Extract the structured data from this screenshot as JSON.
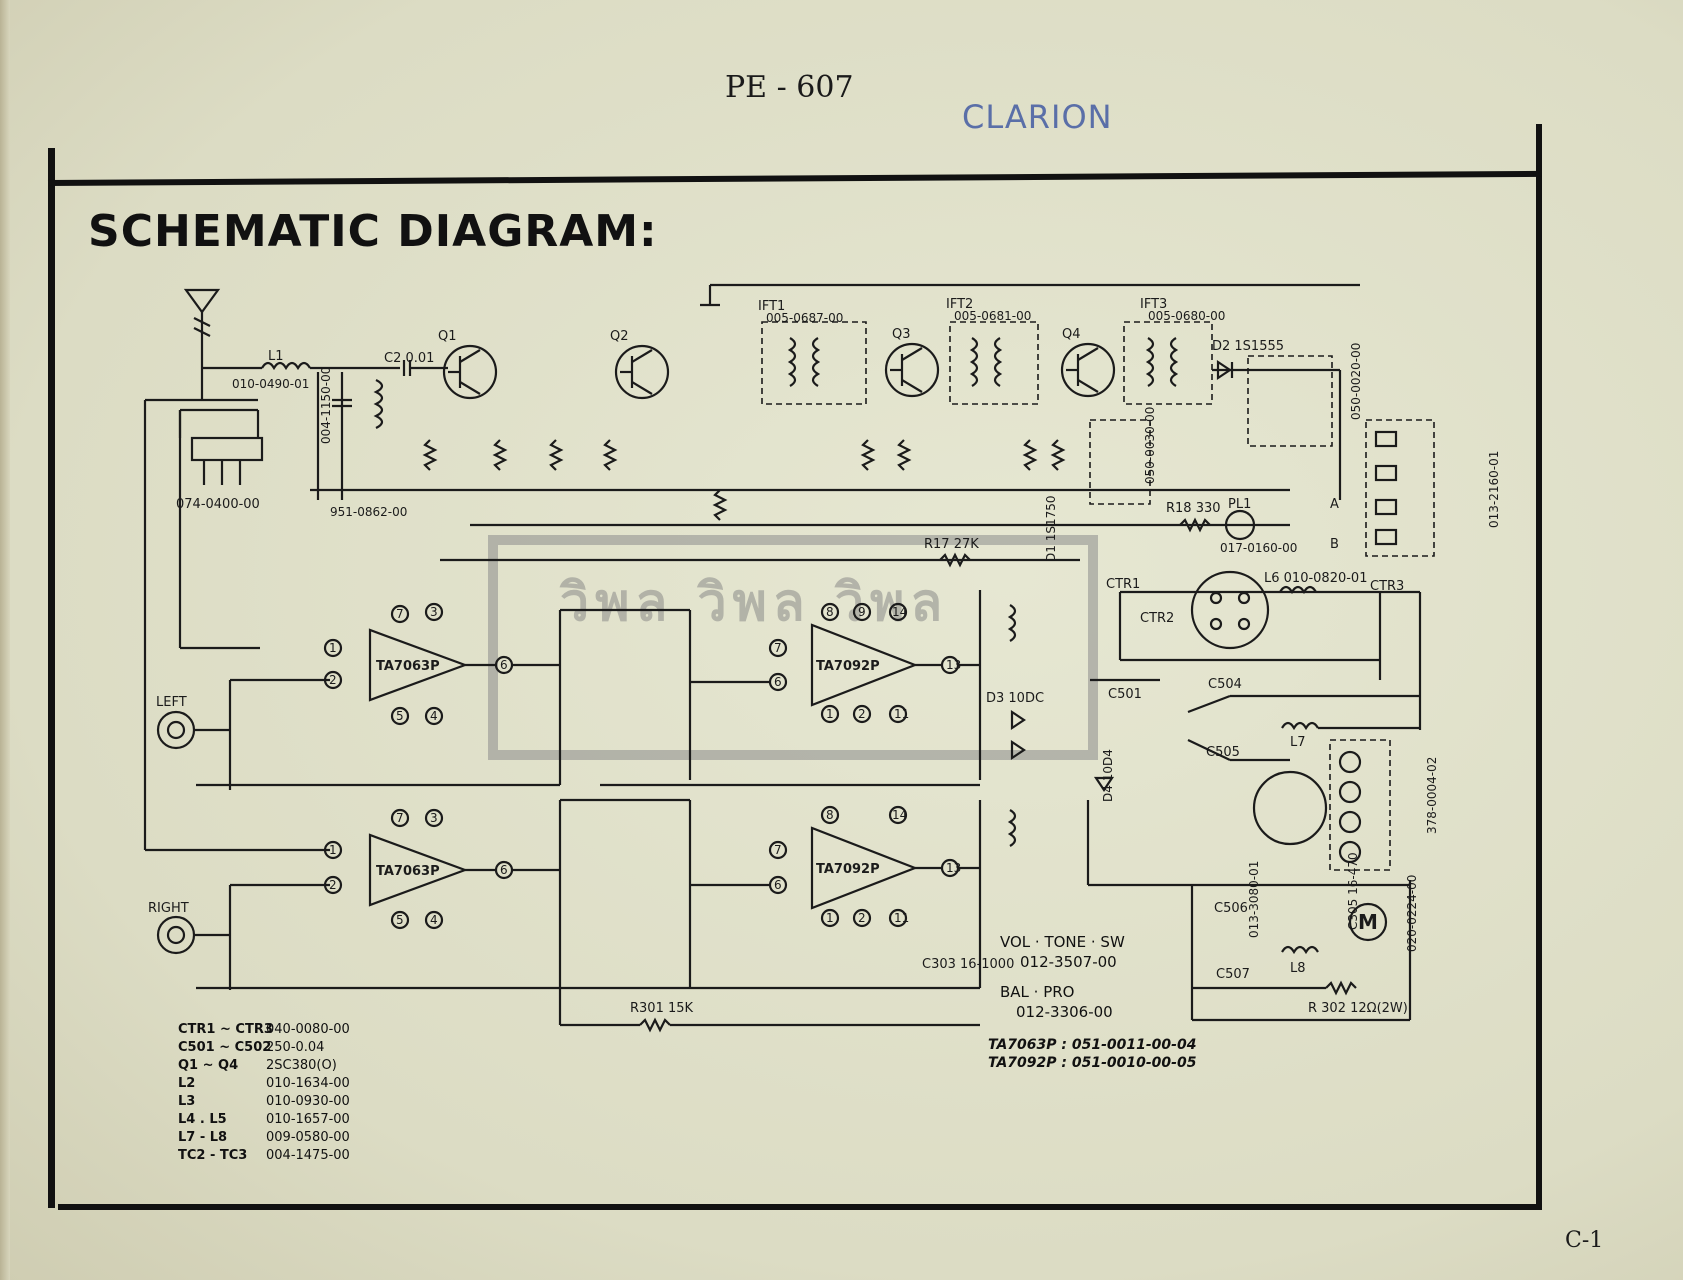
{
  "header": {
    "doc_id": "PE - 607",
    "brand": "CLARION",
    "title": "SCHEMATIC DIAGRAM:",
    "page_number": "C-1"
  },
  "stamp": {
    "text": "วิพล วิพล วิพล"
  },
  "ics": {
    "left_pre": "TA7063P",
    "left_pwr": "TA7092P",
    "right_pre": "TA7063P",
    "right_pwr": "TA7092P"
  },
  "labels": {
    "antenna_coil": "074-0400-00",
    "l1": "L1",
    "l1_part": "010-0490-01",
    "tc1_part": "004-1150-00",
    "ground_part": "951-0862-00",
    "q1": "Q1",
    "q2": "Q2",
    "q3": "Q3",
    "q4": "Q4",
    "ift1": "IFT1",
    "ift1_part": "005-0687-00",
    "ift2": "IFT2",
    "ift2_part": "005-0681-00",
    "ift3": "IFT3",
    "ift3_part": "005-0680-00",
    "d2": "D2 1S1555",
    "cct1_part": "050-0030-00",
    "cct2_part": "050-0020-00",
    "switch_part": "013-2160-01",
    "r18": "R18 330",
    "pl1": "PL1",
    "pl1_part": "017-0160-00",
    "r17": "R17 27K",
    "d1": "D1 1S1750",
    "left": "LEFT",
    "right": "RIGHT",
    "ctr1": "CTR1",
    "ctr2": "CTR2",
    "ctr3": "CTR3",
    "l6": "L6 010-0820-01",
    "l7": "L7",
    "l8": "L8",
    "c501": "C501",
    "c504": "C504",
    "c505": "C505",
    "c506": "C506",
    "c507": "C507",
    "d4": "D4 10D4",
    "d3": "D3 10DC",
    "r302": "R 302  12Ω(2W)",
    "motor_part": "020-0224-00",
    "c305": "C305 16-470",
    "jack_part": "378-0004-02",
    "switch2_part": "013-3080-01",
    "r301": "R301 15K",
    "c303": "C303 16-1000",
    "point_a": "A",
    "point_b": "B"
  },
  "legend": [
    {
      "ref": "CTR1 ~ CTR3",
      "part": "040-0080-00"
    },
    {
      "ref": "C501 ~ C502",
      "part": "250-0.04"
    },
    {
      "ref": "Q1 ~ Q4",
      "part": "2SC380(O)"
    },
    {
      "ref": "L2",
      "part": "010-1634-00"
    },
    {
      "ref": "L3",
      "part": "010-0930-00"
    },
    {
      "ref": "L4 . L5",
      "part": "010-1657-00"
    },
    {
      "ref": "L7 - L8",
      "part": "009-0580-00"
    },
    {
      "ref": "TC2 - TC3",
      "part": "004-1475-00"
    }
  ],
  "notes": {
    "vol_tone_sw": "VOL · TONE · SW",
    "vol_tone_sw_part": "012-3507-00",
    "bal_pro": "BAL · PRO",
    "bal_pro_part": "012-3306-00",
    "ta7063p": "TA7063P : 051-0011-00-04",
    "ta7092p": "TA7092P : 051-0010-00-05"
  }
}
